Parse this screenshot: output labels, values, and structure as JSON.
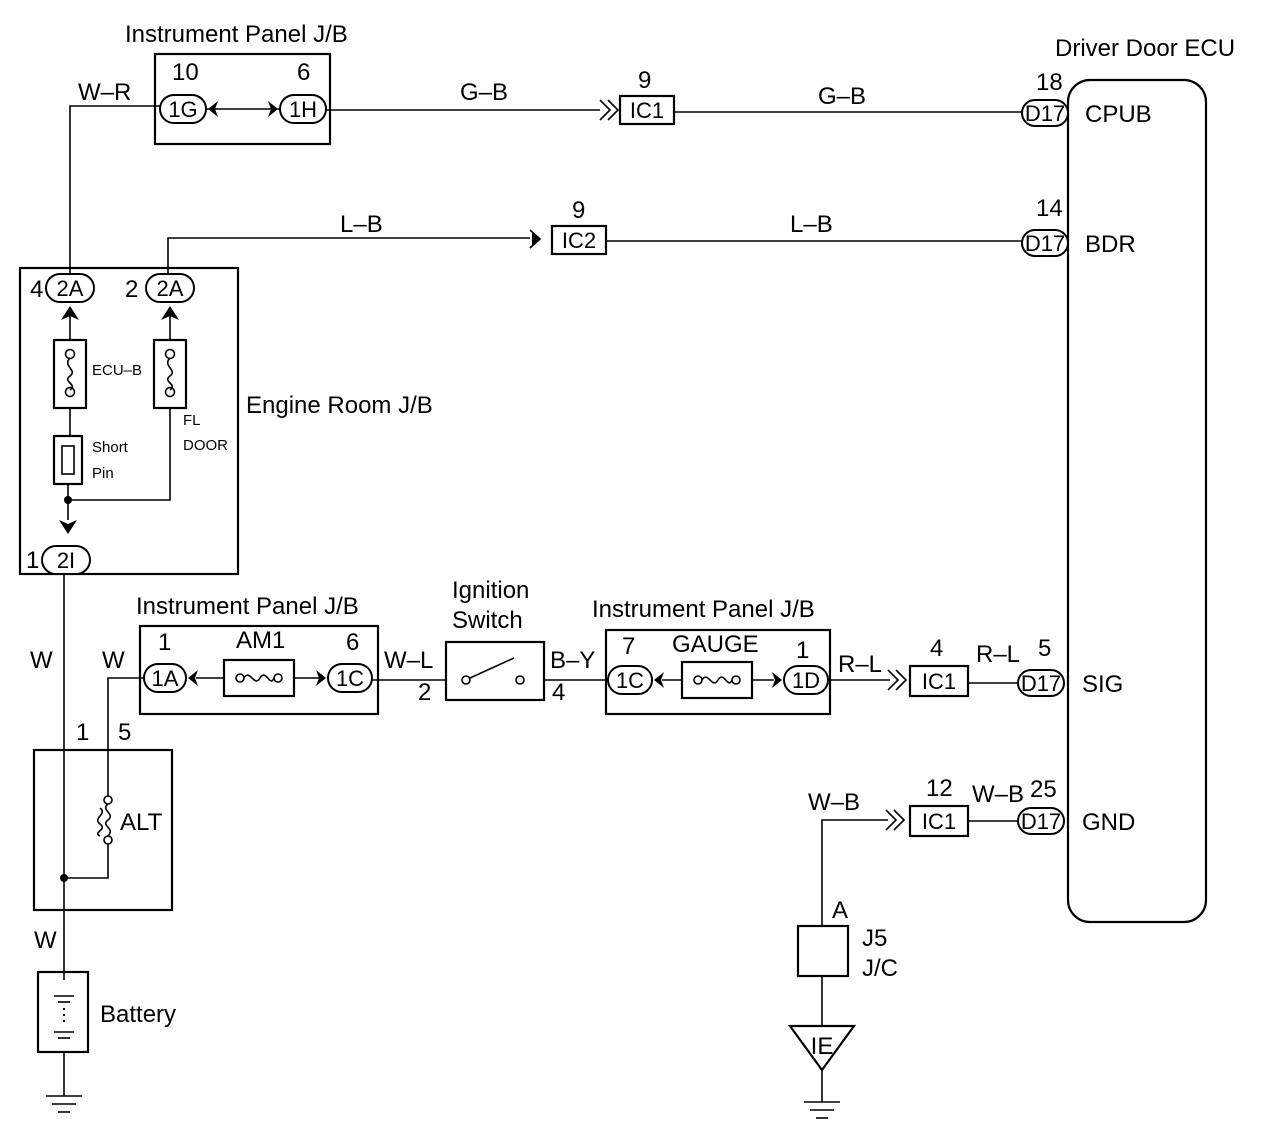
{
  "ecu": {
    "title": "Driver Door ECU",
    "pins": {
      "cpub": "CPUB",
      "bdr": "BDR",
      "sig": "SIG",
      "gnd": "GND"
    },
    "connector": "D17",
    "pin_numbers": {
      "cpub": "18",
      "bdr": "14",
      "sig": "5",
      "gnd": "25"
    }
  },
  "ipjb_top": {
    "title": "Instrument Panel J/B",
    "conn_left": "1G",
    "conn_right": "1H",
    "pin_left": "10",
    "pin_right": "6"
  },
  "engine_room": {
    "title": "Engine Room J/B",
    "conn_a": "2A",
    "conn_i": "2I",
    "pin_a_left": "4",
    "pin_a_right": "2",
    "pin_i": "1",
    "fuse_ecub": "ECU–B",
    "fuse_fl": "FL",
    "fuse_door": "DOOR",
    "short_1": "Short",
    "short_2": "Pin"
  },
  "wires": {
    "w_r": "W–R",
    "g_b_1": "G–B",
    "g_b_2": "G–B",
    "l_b_1": "L–B",
    "l_b_2": "L–B",
    "w_1": "W",
    "w_2": "W",
    "w_3": "W",
    "w_l": "W–L",
    "b_y": "B–Y",
    "r_l_1": "R–L",
    "r_l_2": "R–L",
    "w_b_1": "W–B",
    "w_b_2": "W–B"
  },
  "ic": {
    "ic1_top": "IC1",
    "ic1_top_pin": "9",
    "ic2": "IC2",
    "ic2_pin": "9",
    "ic1_sig": "IC1",
    "ic1_sig_pin": "4",
    "ic1_gnd": "IC1",
    "ic1_gnd_pin": "12"
  },
  "ipjb_am1": {
    "title": "Instrument Panel J/B",
    "fuse": "AM1",
    "conn_left": "1A",
    "conn_right": "1C",
    "pin_left": "1",
    "pin_right": "6"
  },
  "ignition": {
    "title_1": "Ignition",
    "title_2": "Switch",
    "pin_in": "2",
    "pin_out": "4"
  },
  "ipjb_gauge": {
    "title": "Instrument Panel J/B",
    "fuse": "GAUGE",
    "conn_left": "1C",
    "conn_right": "1D",
    "pin_left": "7",
    "pin_right": "1"
  },
  "alt": {
    "label": "ALT",
    "pin_1": "1",
    "pin_5": "5"
  },
  "battery": {
    "label": "Battery"
  },
  "junction": {
    "pin": "A",
    "label_1": "J5",
    "label_2": "J/C",
    "ground": "IE"
  }
}
